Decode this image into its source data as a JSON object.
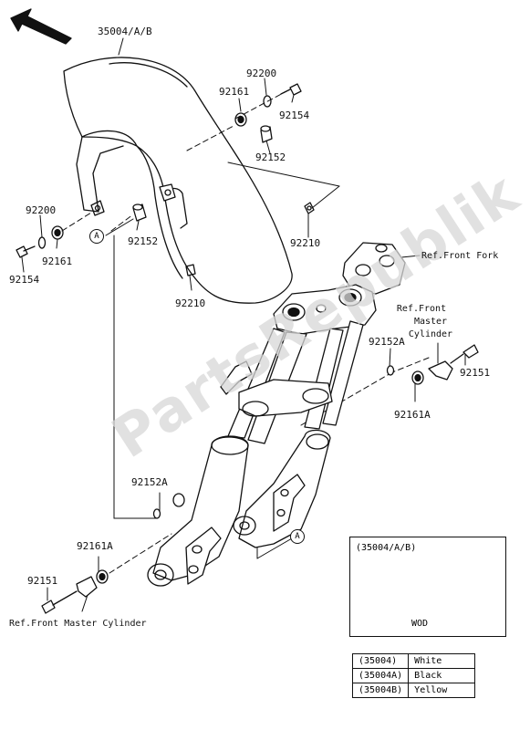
{
  "watermark": "PartsRepublik",
  "labels": {
    "fender": "35004/A/B",
    "washer_top": "92200",
    "damper_top": "92161",
    "bolt_top": "92154",
    "collar_top": "92152",
    "clip_right": "92210",
    "washer_left": "92200",
    "damper_left": "92161",
    "bolt_left": "92154",
    "collar_left": "92152",
    "clip_bottom": "92210",
    "collar_r_A": "92152A",
    "damper_r_A": "92161A",
    "bolt_r": "92151",
    "collar_l_A": "92152A",
    "damper_l_A": "92161A",
    "bolt_l": "92151"
  },
  "refs": {
    "front_fork": "Ref.Front Fork",
    "master_cyl_right_1": "Ref.Front",
    "master_cyl_right_2": "Master",
    "master_cyl_right_3": "Cylinder",
    "master_cyl_bottom": "Ref.Front Master Cylinder"
  },
  "markers": {
    "a1": "A",
    "a2": "A"
  },
  "inset": {
    "title": "(35004/A/B)",
    "note": "WOD"
  },
  "color_table": [
    {
      "code": "(35004)",
      "color": "White"
    },
    {
      "code": "(35004A)",
      "color": "Black"
    },
    {
      "code": "(35004B)",
      "color": "Yellow"
    }
  ]
}
